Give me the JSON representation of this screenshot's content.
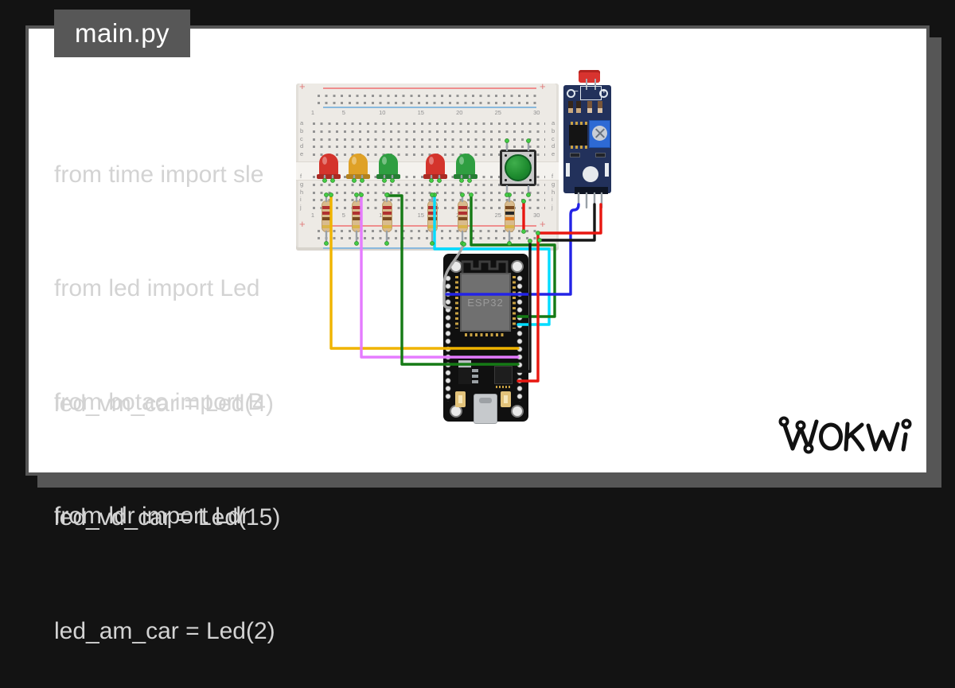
{
  "header": {
    "filename": "main.py"
  },
  "code": {
    "block1": [
      "from time import sle",
      "from led import Led",
      "from botao import B",
      "from ldr import Ldr"
    ],
    "block2": [
      "led_vm_car = Led(4)",
      "led_vd_car = Led(15)",
      "led_am_car = Led(2)"
    ]
  },
  "logo": {
    "text": "WOKWI"
  },
  "diagram": {
    "breadboard": {
      "column_numbers": [
        "1",
        "5",
        "10",
        "15",
        "20",
        "25",
        "30"
      ],
      "row_letters_top": [
        "a",
        "b",
        "c",
        "d",
        "e"
      ],
      "row_letters_bottom": [
        "f",
        "g",
        "h",
        "i",
        "j"
      ],
      "rail_plus": "+"
    },
    "esp32": {
      "chip_label": "ESP32"
    },
    "ldr": {
      "minus": "−",
      "plus": "+"
    },
    "leds": [
      "red",
      "amber",
      "green",
      "red",
      "green"
    ],
    "colors": {
      "background": "#131313",
      "panel_gray": "#575757",
      "code_text": "#d3d3d3",
      "wire_yellow": "#f0b400",
      "wire_violet": "#e57bff",
      "wire_green": "#157a15",
      "wire_cyan": "#00dcff",
      "wire_gray": "#a8a8a8",
      "wire_blue": "#2323e6",
      "wire_black": "#161616",
      "wire_red": "#e81710",
      "led_red": "#d4342c",
      "led_amber": "#dfa126",
      "led_green": "#2f9e41",
      "contact_green": "#44cc44",
      "rail_red": "#ef8e8e",
      "rail_blue": "#8ab9dd",
      "resistor_body": "#d9bb8d",
      "band_red": "#b03131",
      "band_brown": "#7a4a21",
      "band_black": "#262626",
      "band_orange": "#e0781f",
      "band_gold": "#d9b44a"
    }
  }
}
